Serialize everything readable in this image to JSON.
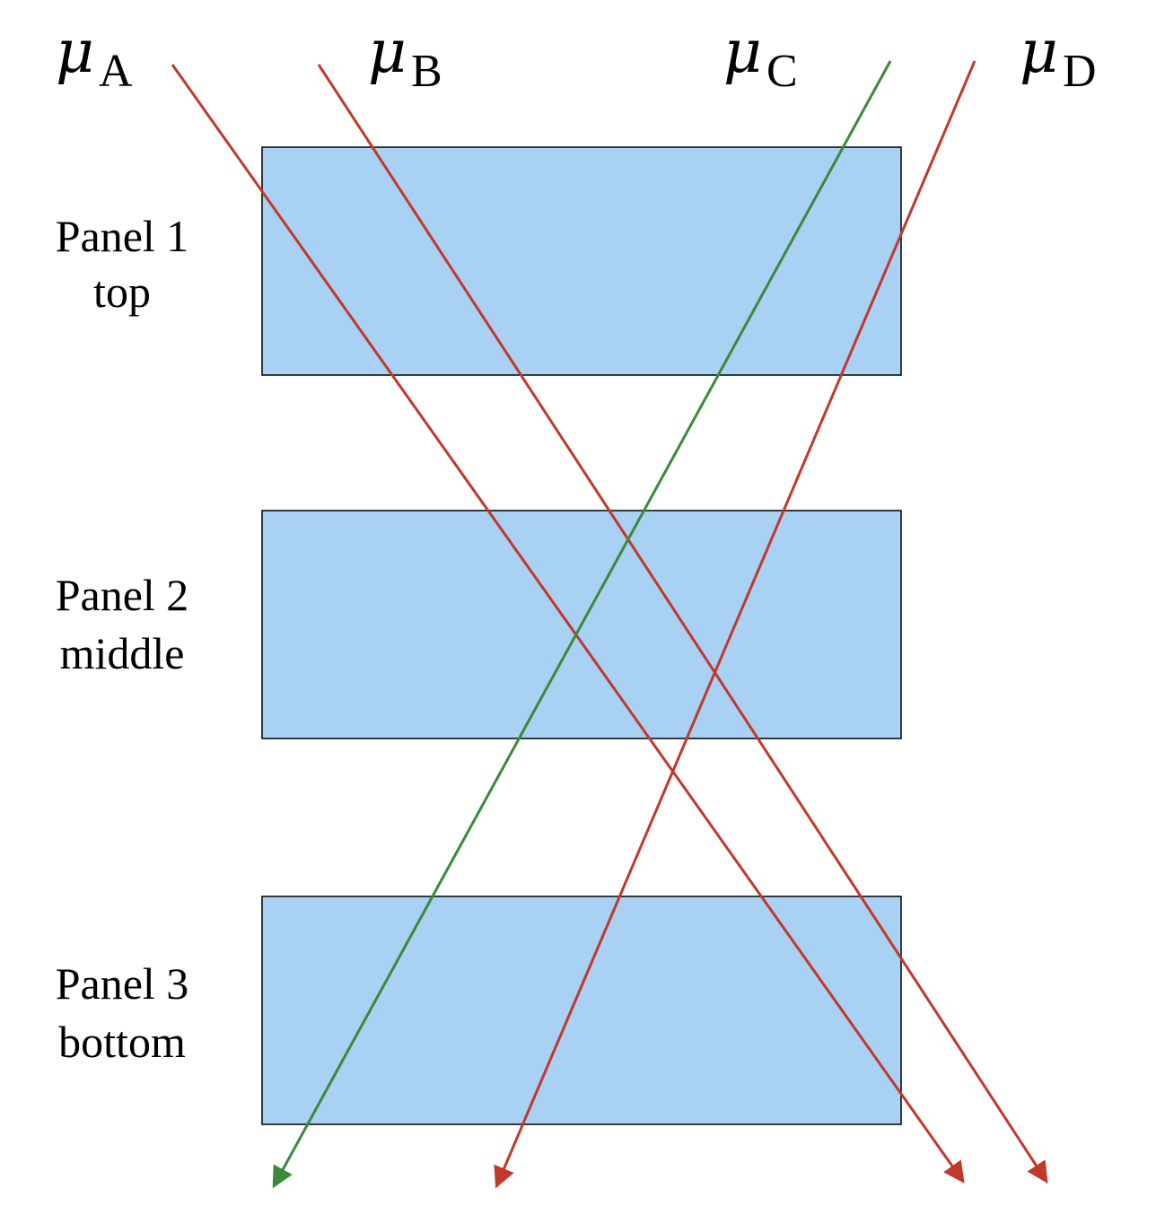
{
  "panels": [
    {
      "name": "Panel 1",
      "position": "top"
    },
    {
      "name": "Panel 2",
      "position": "middle"
    },
    {
      "name": "Panel 3",
      "position": "bottom"
    }
  ],
  "particles": [
    {
      "symbol": "μ",
      "subscript": "A",
      "color": "#c0392b"
    },
    {
      "symbol": "μ",
      "subscript": "B",
      "color": "#c0392b"
    },
    {
      "symbol": "μ",
      "subscript": "C",
      "color": "#3a8a3a"
    },
    {
      "symbol": "μ",
      "subscript": "D",
      "color": "#c0392b"
    }
  ],
  "colors": {
    "panel_fill": "#a9d1f3",
    "panel_border": "#000000",
    "track_red": "#c0392b",
    "track_green": "#3a8a3a"
  }
}
